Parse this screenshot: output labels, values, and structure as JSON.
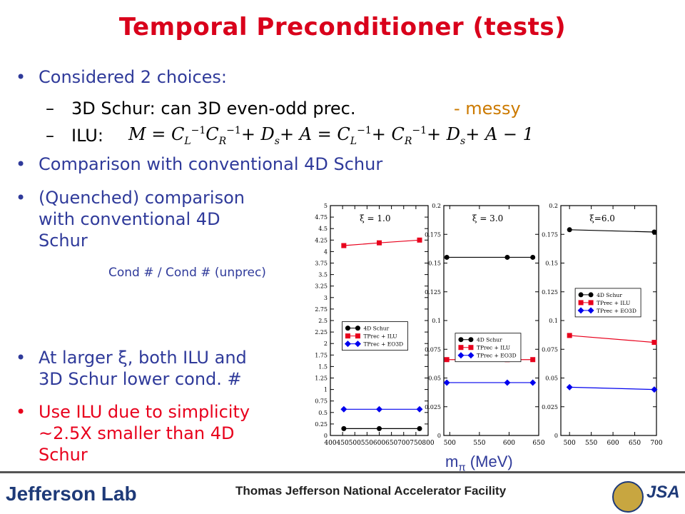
{
  "slide": {
    "title": "Temporal Preconditioner (tests)",
    "bullets": {
      "b1": "Considered 2 choices:",
      "sub1_label": "3D Schur: can 3D even-odd prec.",
      "sub1_tail": "- messy",
      "sub2_label": "ILU:",
      "b2": "Comparison with conventional 4D Schur",
      "b3_line1": "(Quenched) comparison",
      "b3_line2": "with conventional 4D",
      "b3_line3": "Schur",
      "note": "Cond # / Cond # (unprec)",
      "b4_line1": "At larger ξ, both ILU and",
      "b4_line2": "3D Schur lower cond. #",
      "b5_line1": "Use ILU due to simplicity",
      "b5_line2": "~2.5X smaller than 4D",
      "b5_line3": "Schur"
    },
    "bullet_char": "•",
    "dash_char": "–",
    "formula": {
      "part1": "M = C",
      "sub1": "L",
      "sup1": "−1",
      "part2": "C",
      "sub2": "R",
      "sup2": "−1",
      "part3": "+ D",
      "sub3": "s",
      "part4": "+ A = C",
      "sub4": "L",
      "sup4": "−1",
      "part5": "+ C",
      "sub5": "R",
      "sup5": "−1",
      "part6": "+ D",
      "sub6": "s",
      "part7": "+ A − 1"
    },
    "xlabel_main": "m",
    "xlabel_sub": "π",
    "xlabel_unit": " (MeV)",
    "footer": {
      "lab": "Jefferson Lab",
      "facility": "Thomas Jefferson National Accelerator Facility",
      "logo_text": "JSA"
    },
    "colors": {
      "title": "#d9001b",
      "bullet_blue": "#2f3a9a",
      "highlight_red": "#e8001c",
      "messy": "#cc7a00"
    }
  },
  "chart_data": [
    {
      "type": "line",
      "annotation": "ξ = 1.0",
      "xlim": [
        400,
        800
      ],
      "xticks": [
        "400",
        "450",
        "500",
        "550",
        "600",
        "650",
        "700",
        "750",
        "800"
      ],
      "ylim": [
        0,
        5
      ],
      "yticks": [
        "0",
        "0.25",
        "0.5",
        "0.75",
        "1",
        "1.25",
        "1.5",
        "1.75",
        "2",
        "2.25",
        "2.5",
        "2.75",
        "3",
        "3.25",
        "3.5",
        "3.75",
        "4",
        "4.25",
        "4.5",
        "4.75",
        "5"
      ],
      "legend": "center-left",
      "series": [
        {
          "name": "4D Schur",
          "color": "#000000",
          "marker": "circle",
          "x": [
            455,
            600,
            765
          ],
          "y": [
            0.15,
            0.15,
            0.15
          ]
        },
        {
          "name": "TPrec + ILU",
          "color": "#e8001c",
          "marker": "square",
          "x": [
            455,
            600,
            765
          ],
          "y": [
            4.13,
            4.19,
            4.25
          ]
        },
        {
          "name": "TPrec + EO3D",
          "color": "#0000ee",
          "marker": "diamond",
          "x": [
            455,
            600,
            765
          ],
          "y": [
            0.57,
            0.57,
            0.57
          ]
        }
      ]
    },
    {
      "type": "line",
      "annotation": "ξ = 3.0",
      "xlim": [
        490,
        650
      ],
      "xticks": [
        "500",
        "550",
        "600",
        "650"
      ],
      "ylim": [
        0,
        0.2
      ],
      "yticks": [
        "0",
        "0.025",
        "0.05",
        "0.075",
        "0.1",
        "0.125",
        "0.15",
        "0.175",
        "0.2"
      ],
      "legend": "center",
      "series": [
        {
          "name": "4D Schur",
          "color": "#000000",
          "marker": "circle",
          "x": [
            495,
            597,
            640
          ],
          "y": [
            0.155,
            0.155,
            0.155
          ]
        },
        {
          "name": "TPrec + ILU",
          "color": "#e8001c",
          "marker": "square",
          "x": [
            495,
            597,
            640
          ],
          "y": [
            0.066,
            0.066,
            0.066
          ]
        },
        {
          "name": "TPrec + EO3D",
          "color": "#0000ee",
          "marker": "diamond",
          "x": [
            495,
            597,
            640
          ],
          "y": [
            0.046,
            0.046,
            0.046
          ]
        }
      ]
    },
    {
      "type": "line",
      "annotation": "ξ=6.0",
      "xlim": [
        480,
        700
      ],
      "xticks": [
        "500",
        "550",
        "600",
        "650",
        "700"
      ],
      "ylim": [
        0,
        0.2
      ],
      "yticks": [
        "0",
        "0.025",
        "0.05",
        "0.075",
        "0.1",
        "0.125",
        "0.15",
        "0.175",
        "0.2"
      ],
      "legend": "right",
      "series": [
        {
          "name": "4D Schur",
          "color": "#000000",
          "marker": "circle",
          "x": [
            500,
            695
          ],
          "y": [
            0.179,
            0.177
          ]
        },
        {
          "name": "TPrec + ILU",
          "color": "#e8001c",
          "marker": "square",
          "x": [
            500,
            695
          ],
          "y": [
            0.087,
            0.081
          ]
        },
        {
          "name": "TPrec + EO3D",
          "color": "#0000ee",
          "marker": "diamond",
          "x": [
            500,
            695
          ],
          "y": [
            0.042,
            0.04
          ]
        }
      ]
    }
  ]
}
